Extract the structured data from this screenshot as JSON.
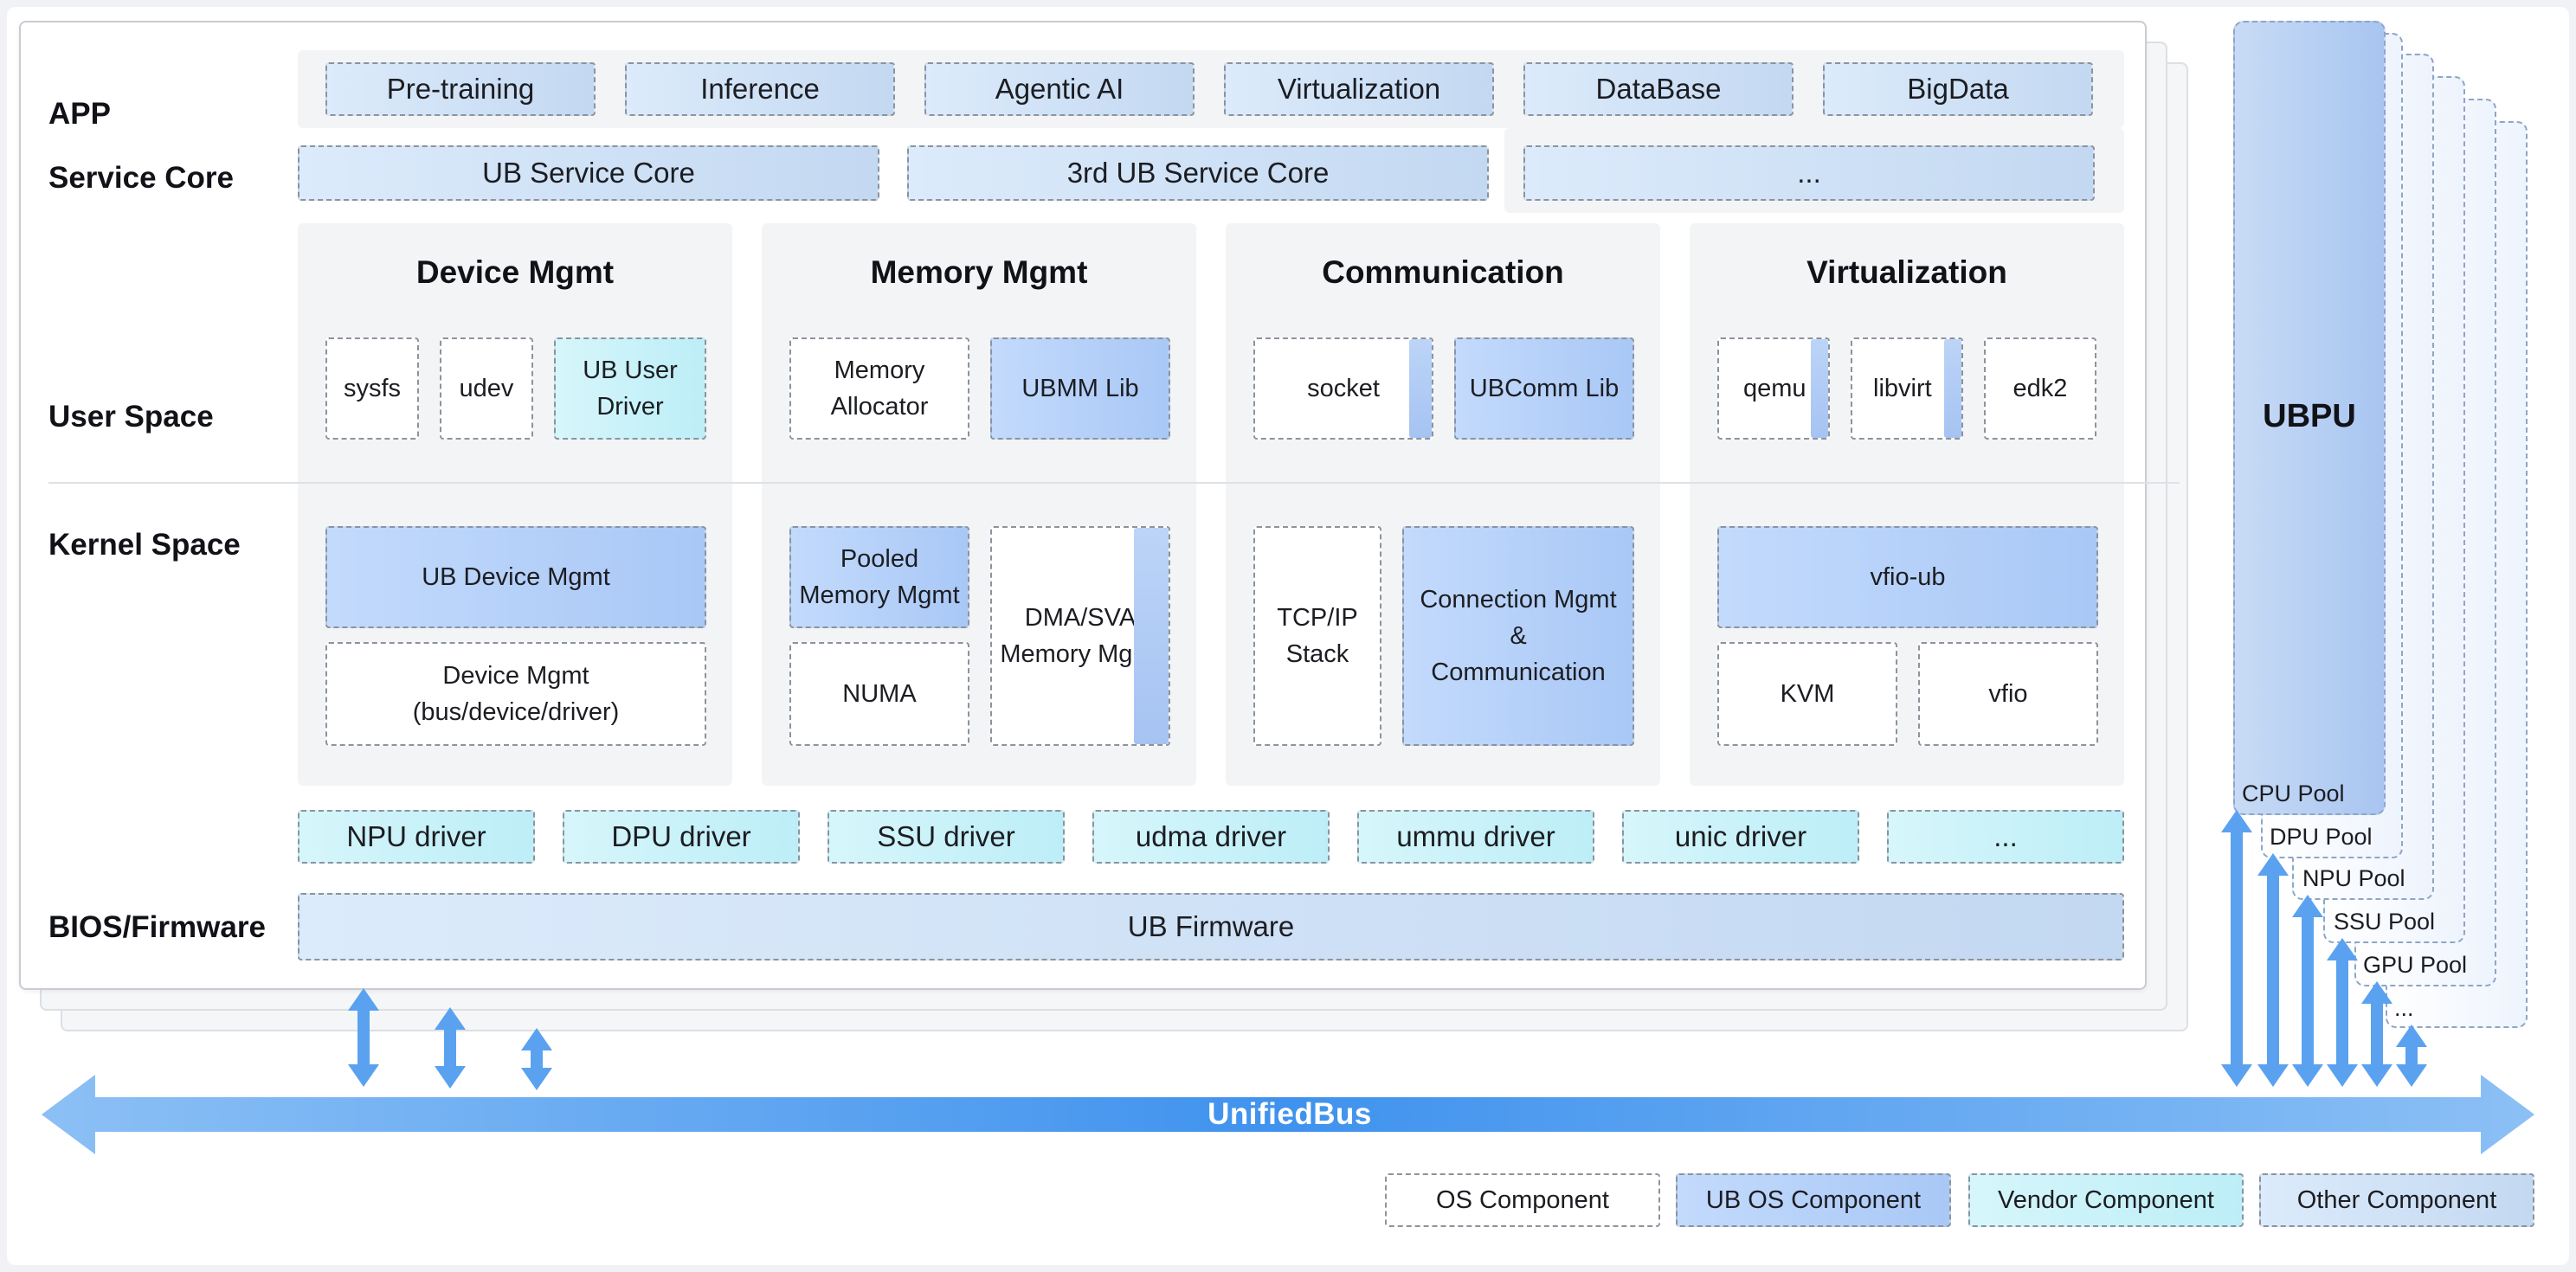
{
  "rows": {
    "app": "APP",
    "service_core": "Service Core",
    "user_space": "User Space",
    "kernel_space": "Kernel Space",
    "bios_firmware": "BIOS/Firmware"
  },
  "apps": [
    "Pre-training",
    "Inference",
    "Agentic AI",
    "Virtualization",
    "DataBase",
    "BigData"
  ],
  "service_cores": [
    "UB Service Core",
    "3rd UB Service Core",
    "..."
  ],
  "categories": {
    "device_mgmt": {
      "title": "Device Mgmt",
      "user": [
        "sysfs",
        "udev",
        "UB User\nDriver"
      ],
      "kernel": [
        "UB Device Mgmt",
        "Device Mgmt\n(bus/device/driver)"
      ]
    },
    "memory_mgmt": {
      "title": "Memory Mgmt",
      "user": [
        "Memory\nAllocator",
        "UBMM Lib"
      ],
      "kernel": [
        "Pooled\nMemory Mgmt",
        "NUMA",
        "DMA/SVA\nMemory Mgmt"
      ]
    },
    "communication": {
      "title": "Communication",
      "user": [
        "socket",
        "UBComm Lib"
      ],
      "kernel": [
        "TCP/IP\nStack",
        "Connection Mgmt &\nCommunication"
      ]
    },
    "virtualization": {
      "title": "Virtualization",
      "user": [
        "qemu",
        "libvirt",
        "edk2"
      ],
      "kernel": [
        "vfio-ub",
        "KVM",
        "vfio"
      ]
    }
  },
  "drivers": [
    "NPU driver",
    "DPU driver",
    "SSU driver",
    "udma driver",
    "ummu driver",
    "unic driver",
    "..."
  ],
  "firmware": "UB Firmware",
  "ubpu": {
    "title": "UBPU",
    "pools": [
      "CPU Pool",
      "DPU Pool",
      "NPU Pool",
      "SSU Pool",
      "GPU Pool",
      "..."
    ]
  },
  "bus": "UnifiedBus",
  "legend": [
    "OS Component",
    "UB OS Component",
    "Vendor Component",
    "Other Component"
  ],
  "colors": {
    "os_component": "#ffffff",
    "ub_os_component": "#a9c8f6",
    "vendor_component": "#bdeef7",
    "other_component": "#c3d8f1",
    "bus": "#5aa2f0",
    "arrow": "#5aa2f0"
  }
}
